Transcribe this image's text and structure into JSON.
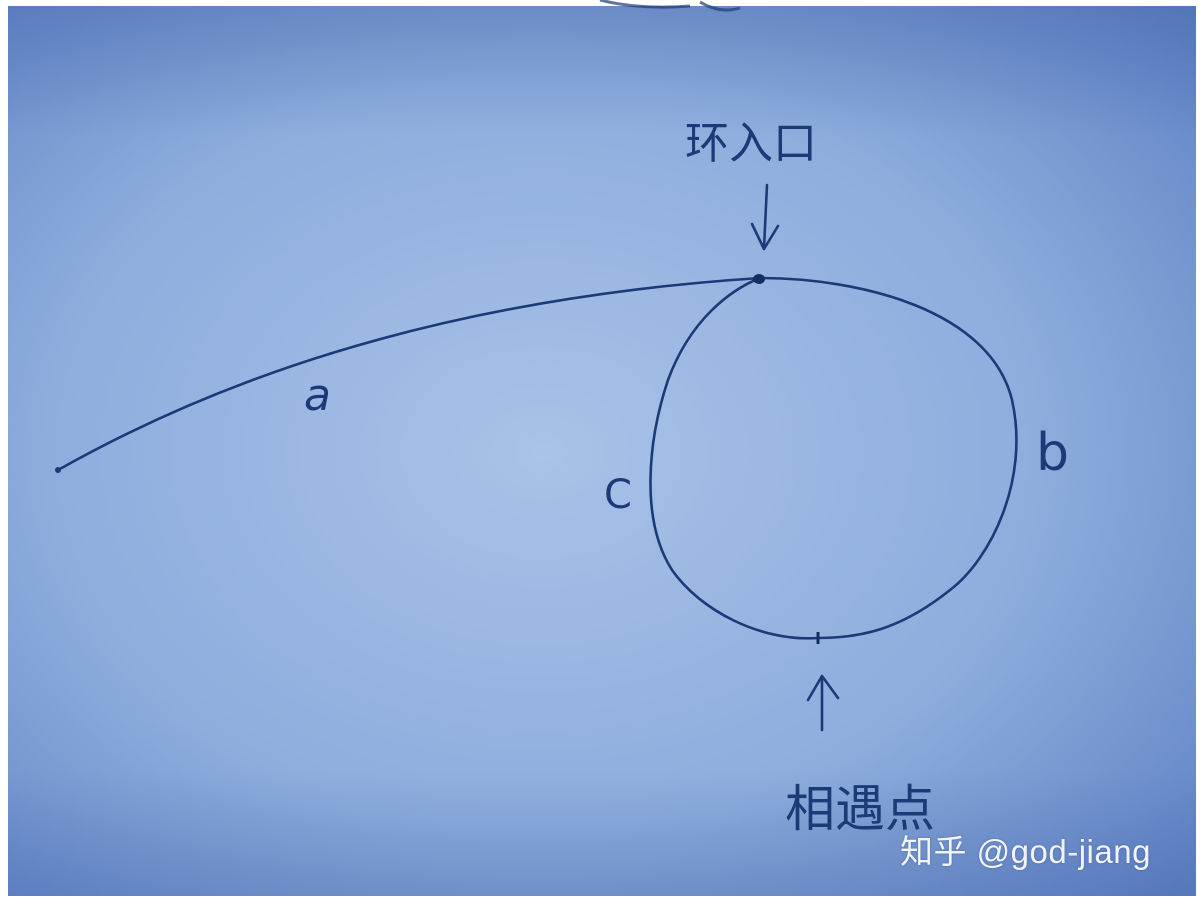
{
  "labels": {
    "entry": "环入口",
    "meet": "相遇点",
    "a": "a",
    "b": "b",
    "c": "C"
  },
  "watermark": "知乎 @god-jiang",
  "colors": {
    "paper_light": "#a4bfe6",
    "paper_mid": "#86a6d8",
    "paper_dark": "#4f73b8",
    "ink": "#1c3a78"
  }
}
